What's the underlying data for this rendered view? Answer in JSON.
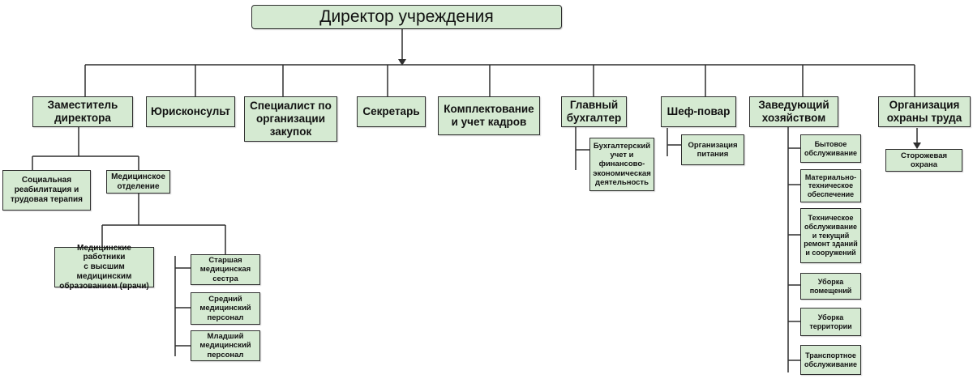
{
  "title": "Директор учреждения",
  "departments": [
    {
      "label": "Заместитель\nдиректора"
    },
    {
      "label": "Юрисконсульт"
    },
    {
      "label": "Специалист по\nорганизации\nзакупок"
    },
    {
      "label": "Секретарь"
    },
    {
      "label": "Комплектование\nи учет кадров"
    },
    {
      "label": "Главный\nбухгалтер"
    },
    {
      "label": "Шеф-повар"
    },
    {
      "label": "Заведующий\nхозяйством"
    },
    {
      "label": "Организация\nохраны труда"
    }
  ],
  "deputy_units": [
    {
      "label": "Социальная\nреабилитация и\nтрудовая терапия"
    },
    {
      "label": "Медицинское\nотделение"
    }
  ],
  "medical_staff": [
    {
      "label": "Медицинские работники\nс высшим медицинским\nобразованием (врачи)"
    },
    {
      "label": "Старшая\nмедицинская\nсестра"
    },
    {
      "label": "Средний\nмедицинский\nперсонал"
    },
    {
      "label": "Младший\nмедицинский\nперсонал"
    }
  ],
  "accounting": {
    "label": "Бухгалтерский\nучет и\nфинансово-\nэкономическая\nдеятельность"
  },
  "catering": {
    "label": "Организация\nпитания"
  },
  "household": [
    {
      "label": "Бытовое\nобслуживание"
    },
    {
      "label": "Материально-\nтехническое\nобеспечение"
    },
    {
      "label": "Техническое\nобслуживание\nи текущий\nремонт зданий\nи сооружений"
    },
    {
      "label": "Уборка\nпомещений"
    },
    {
      "label": "Уборка\nтерритории"
    },
    {
      "label": "Транспортное\nобслуживание"
    }
  ],
  "security": {
    "label": "Сторожевая охрана"
  }
}
